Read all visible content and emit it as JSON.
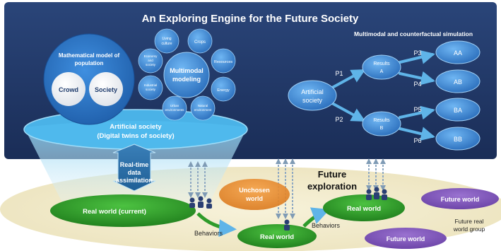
{
  "title": "An Exploring Engine for the Future Society",
  "subtitle": "Multimodal and counterfactual simulation",
  "math_model": {
    "title_line1": "Mathematical model of",
    "title_line2": "population",
    "crowd": "Crowd",
    "society": "Society"
  },
  "modeling": {
    "center_line1": "Multimodal",
    "center_line2": "modeling",
    "petals": [
      {
        "line1": "Living",
        "line2": "culture"
      },
      {
        "line1": "Crops",
        "line2": ""
      },
      {
        "line1": "Resources",
        "line2": ""
      },
      {
        "line1": "Energy",
        "line2": ""
      },
      {
        "line1": "Natural",
        "line2": "environment"
      },
      {
        "line1": "Urban",
        "line2": "environments"
      },
      {
        "line1": "Industrial",
        "line2": "society"
      },
      {
        "line1": "Economy",
        "line2": "and",
        "line3": "society"
      }
    ]
  },
  "tree": {
    "root_line1": "Artificial",
    "root_line2": "society",
    "results_a_line1": "Results",
    "results_a_line2": "A",
    "results_b_line1": "Results",
    "results_b_line2": "B",
    "leaves": [
      "AA",
      "AB",
      "BA",
      "BB"
    ],
    "paths": [
      "P1",
      "P2",
      "P3",
      "P4",
      "P5",
      "P6"
    ]
  },
  "artificial_society": {
    "line1": "Artificial society",
    "line2": "(Digital twins of society)"
  },
  "assimilation": {
    "line1": "Real-time",
    "line2": "data",
    "line3": "assimilation"
  },
  "future_exploration": {
    "line1": "Future",
    "line2": "exploration"
  },
  "unchosen": {
    "line1": "Unchosen",
    "line2": "world"
  },
  "worlds": {
    "real_current": "Real world (current)",
    "real_center": "Real world",
    "real_right": "Real world",
    "future_top": "Future world",
    "future_bottom": "Future world",
    "group_line1": "Future real",
    "group_line2": "world group"
  },
  "behaviors": [
    "Behaviors",
    "Behaviors"
  ],
  "colors": {
    "panel": "#1f3565",
    "title_text": "#ffffff",
    "bubble": "#3a86d4",
    "green": "#2e9b2a",
    "orange": "#e68a2e",
    "purple": "#7e54b6",
    "ground": "#f2ecd0"
  }
}
